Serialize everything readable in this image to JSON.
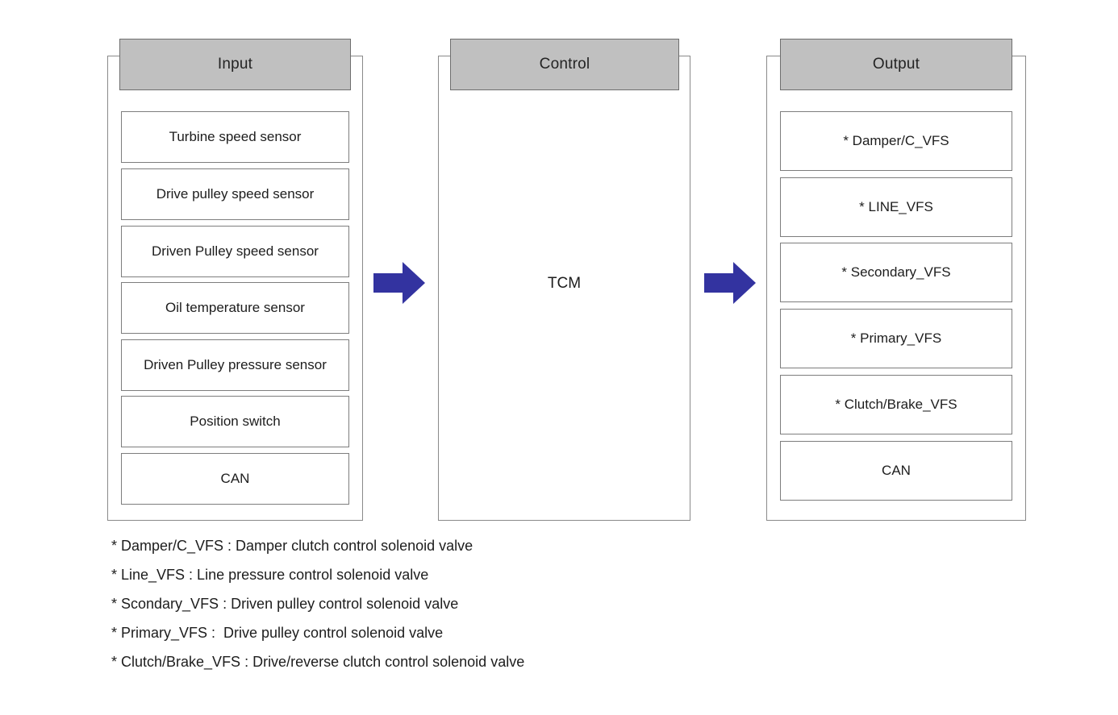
{
  "diagram": {
    "title": "TCM Input / Control / Output block diagram",
    "accent_arrow_color": "#3333a0",
    "header_fill_color": "#c0c0c0",
    "box_border_color": "#7d7d7d"
  },
  "columns": [
    {
      "id": "input",
      "header": "Input",
      "items": [
        "Turbine speed sensor",
        "Drive pulley speed sensor",
        "Driven Pulley speed sensor",
        "Oil temperature sensor",
        "Driven Pulley pressure sensor",
        "Position switch",
        "CAN"
      ]
    },
    {
      "id": "control",
      "header": "Control",
      "center_label": "TCM",
      "items": []
    },
    {
      "id": "output",
      "header": "Output",
      "items": [
        "* Damper/C_VFS",
        "* LINE_VFS",
        "* Secondary_VFS",
        "* Primary_VFS",
        "* Clutch/Brake_VFS",
        "CAN"
      ]
    }
  ],
  "arrows": [
    {
      "id": "input-to-control",
      "direction": "right"
    },
    {
      "id": "control-to-output",
      "direction": "right"
    }
  ],
  "legend": [
    "* Damper/C_VFS : Damper clutch control solenoid valve",
    "* Line_VFS : Line pressure control solenoid valve",
    "* Scondary_VFS : Driven pulley control solenoid valve",
    "* Primary_VFS :  Drive pulley control solenoid valve",
    "* Clutch/Brake_VFS : Drive/reverse clutch control solenoid valve"
  ]
}
